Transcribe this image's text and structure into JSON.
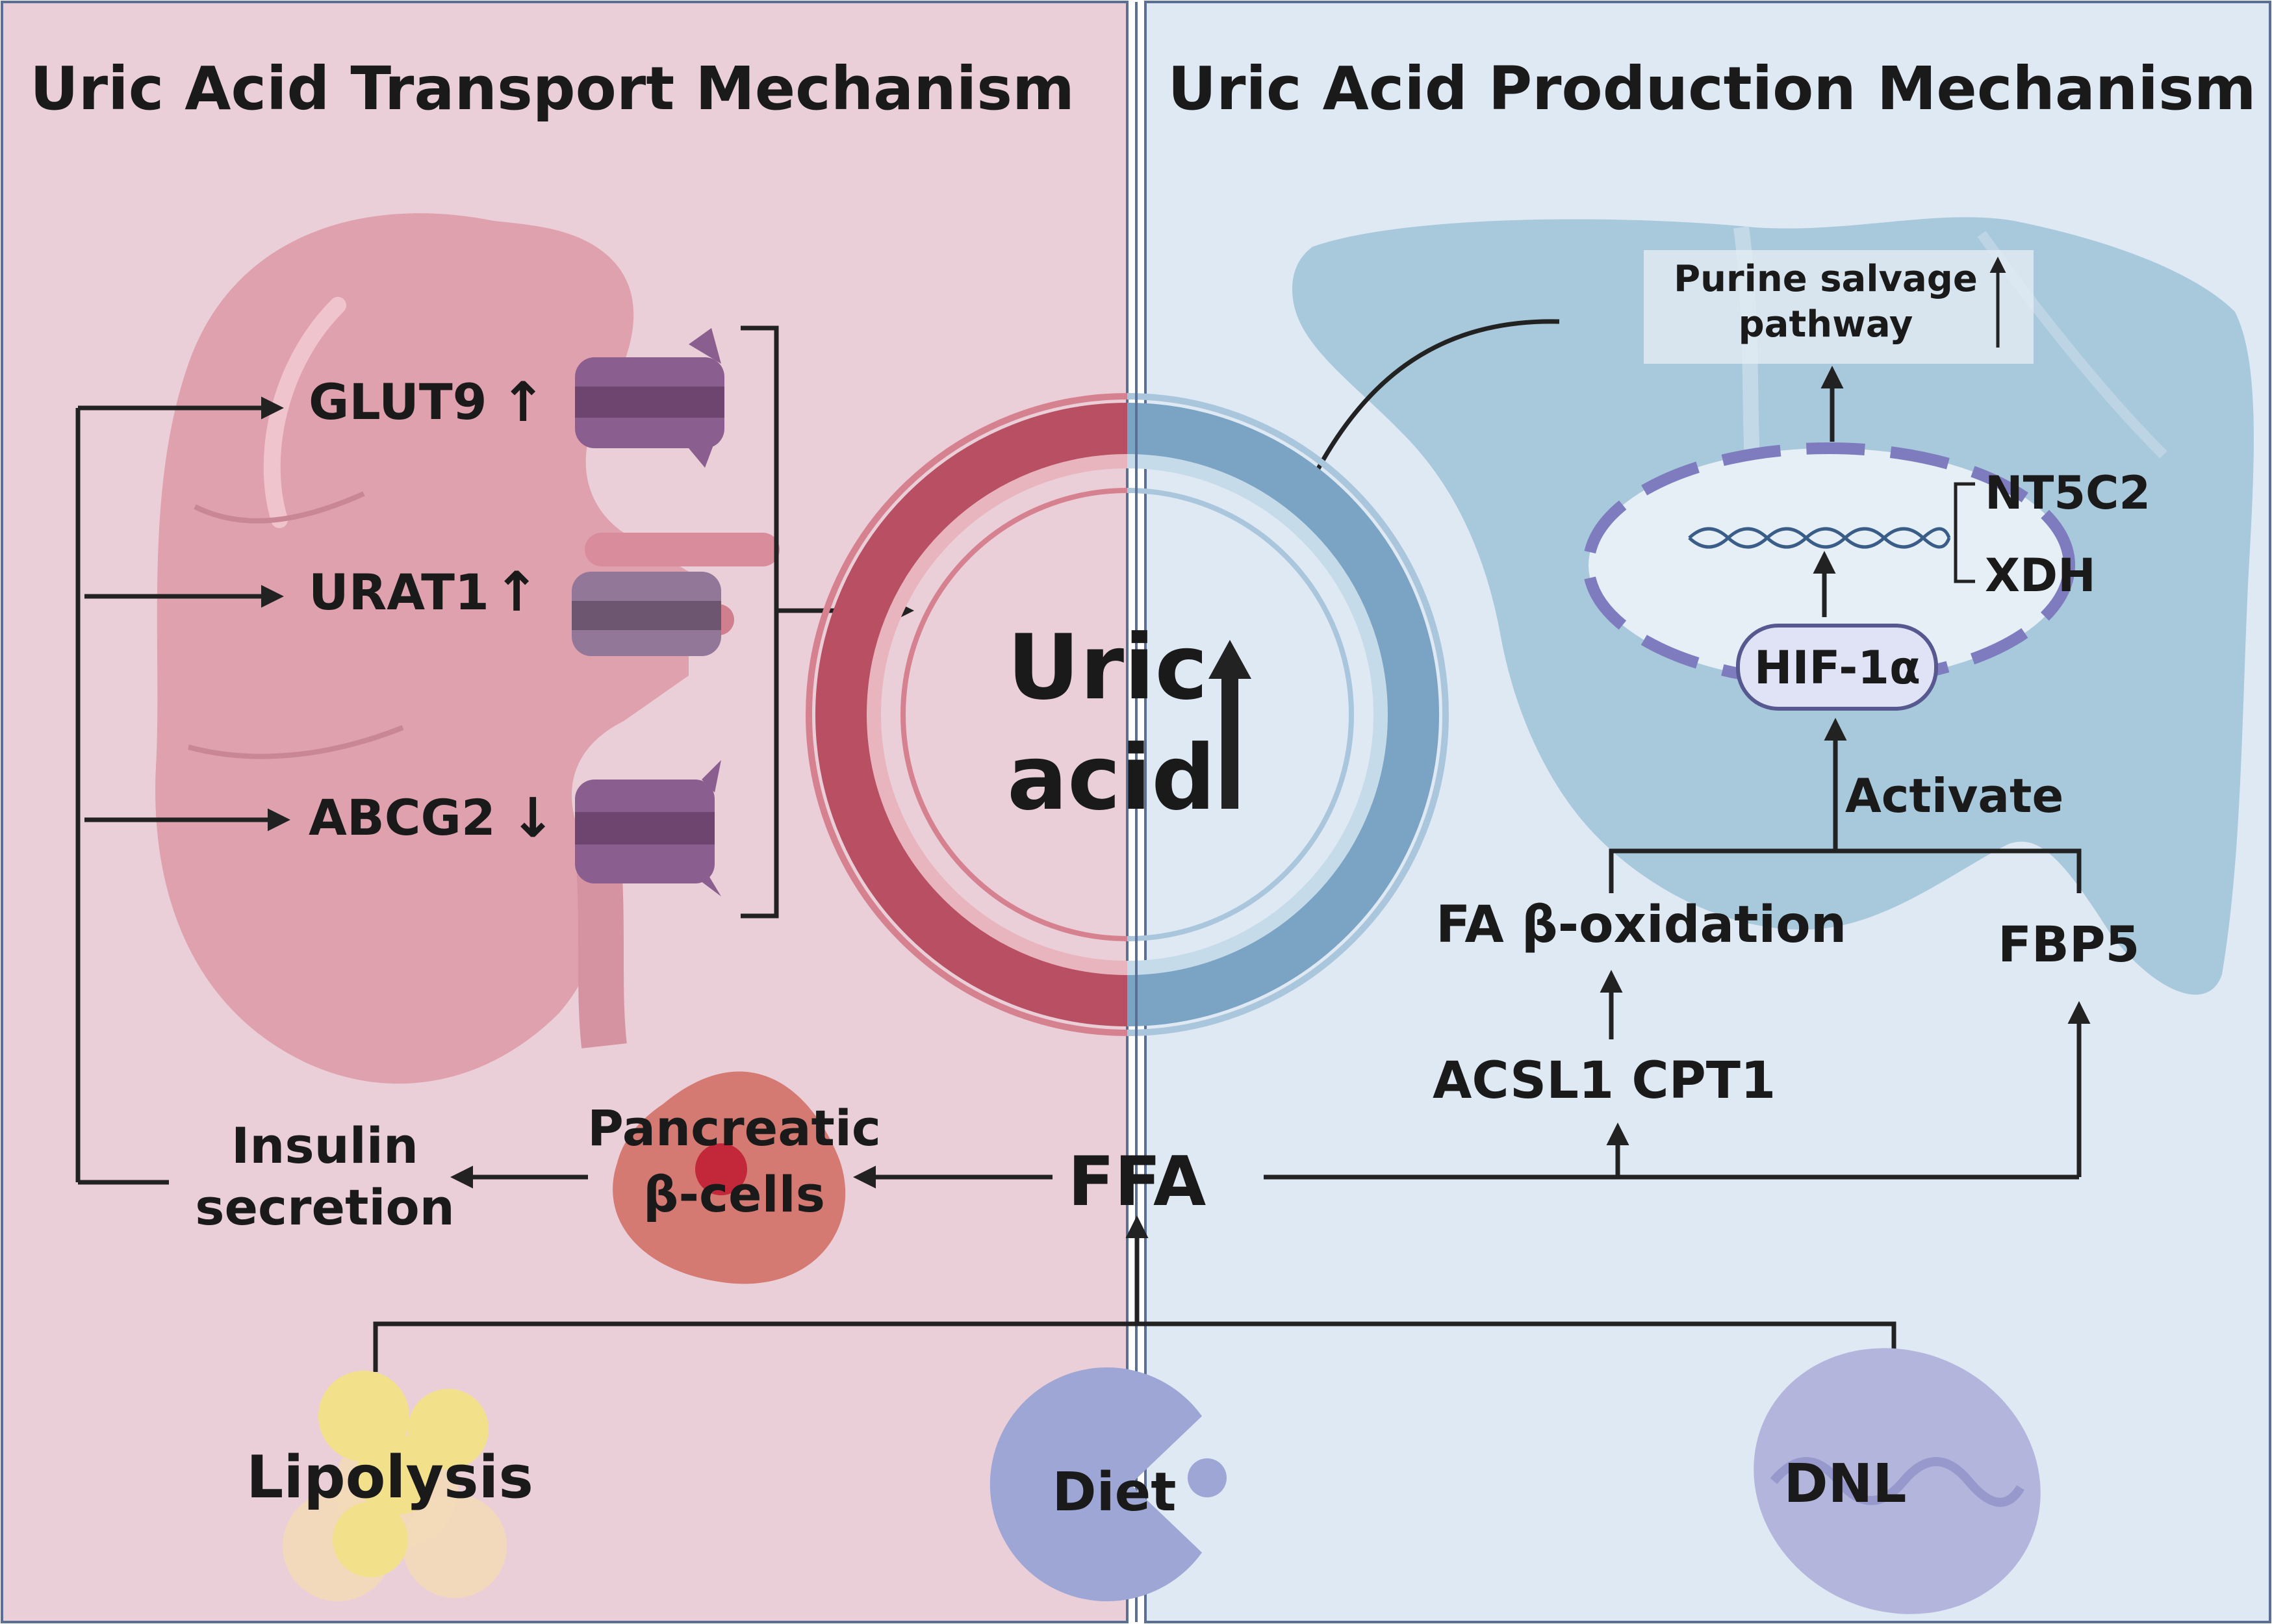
{
  "panels": {
    "left_title": "Uric Acid Transport Mechanism",
    "right_title": "Uric Acid Production Mechanism"
  },
  "transporters": {
    "glut9": "GLUT9",
    "urat1": "URAT1",
    "abcg2": "ABCG2",
    "up_arrow": "↑",
    "down_arrow": "↓"
  },
  "center": {
    "uric_line1": "Uric",
    "uric_line2": "acid"
  },
  "liver": {
    "purine_line1": "Purine salvage",
    "purine_line2": "pathway",
    "nt5c2": "NT5C2",
    "xdh": "XDH",
    "hif": "HIF-1α",
    "activate": "Activate",
    "fa_oxidation": "FA β-oxidation",
    "fbp5": "FBP5",
    "acsl": "ACSL1 CPT1"
  },
  "bottom": {
    "ffa": "FFA",
    "pancreatic_line1": "Pancreatic",
    "pancreatic_line2": "β-cells",
    "insulin_line1": "Insulin",
    "insulin_line2": "secretion",
    "lipolysis": "Lipolysis",
    "diet": "Diet",
    "dnl": "DNL"
  },
  "colors": {
    "left_panel": "#ebcfd8",
    "right_panel": "#dfe9f3",
    "kidney": "#dfa1ae",
    "vessel_red": "#b84f63",
    "vessel_blue": "#7ba3c4",
    "liver": "#a8c8dc",
    "transporter": "#8a5f8f",
    "hif_fill": "#dfe3f5",
    "diet": "#9ea6d6",
    "mitochondria": "#b3b5dd",
    "fat_cell": "#f2e08a"
  }
}
